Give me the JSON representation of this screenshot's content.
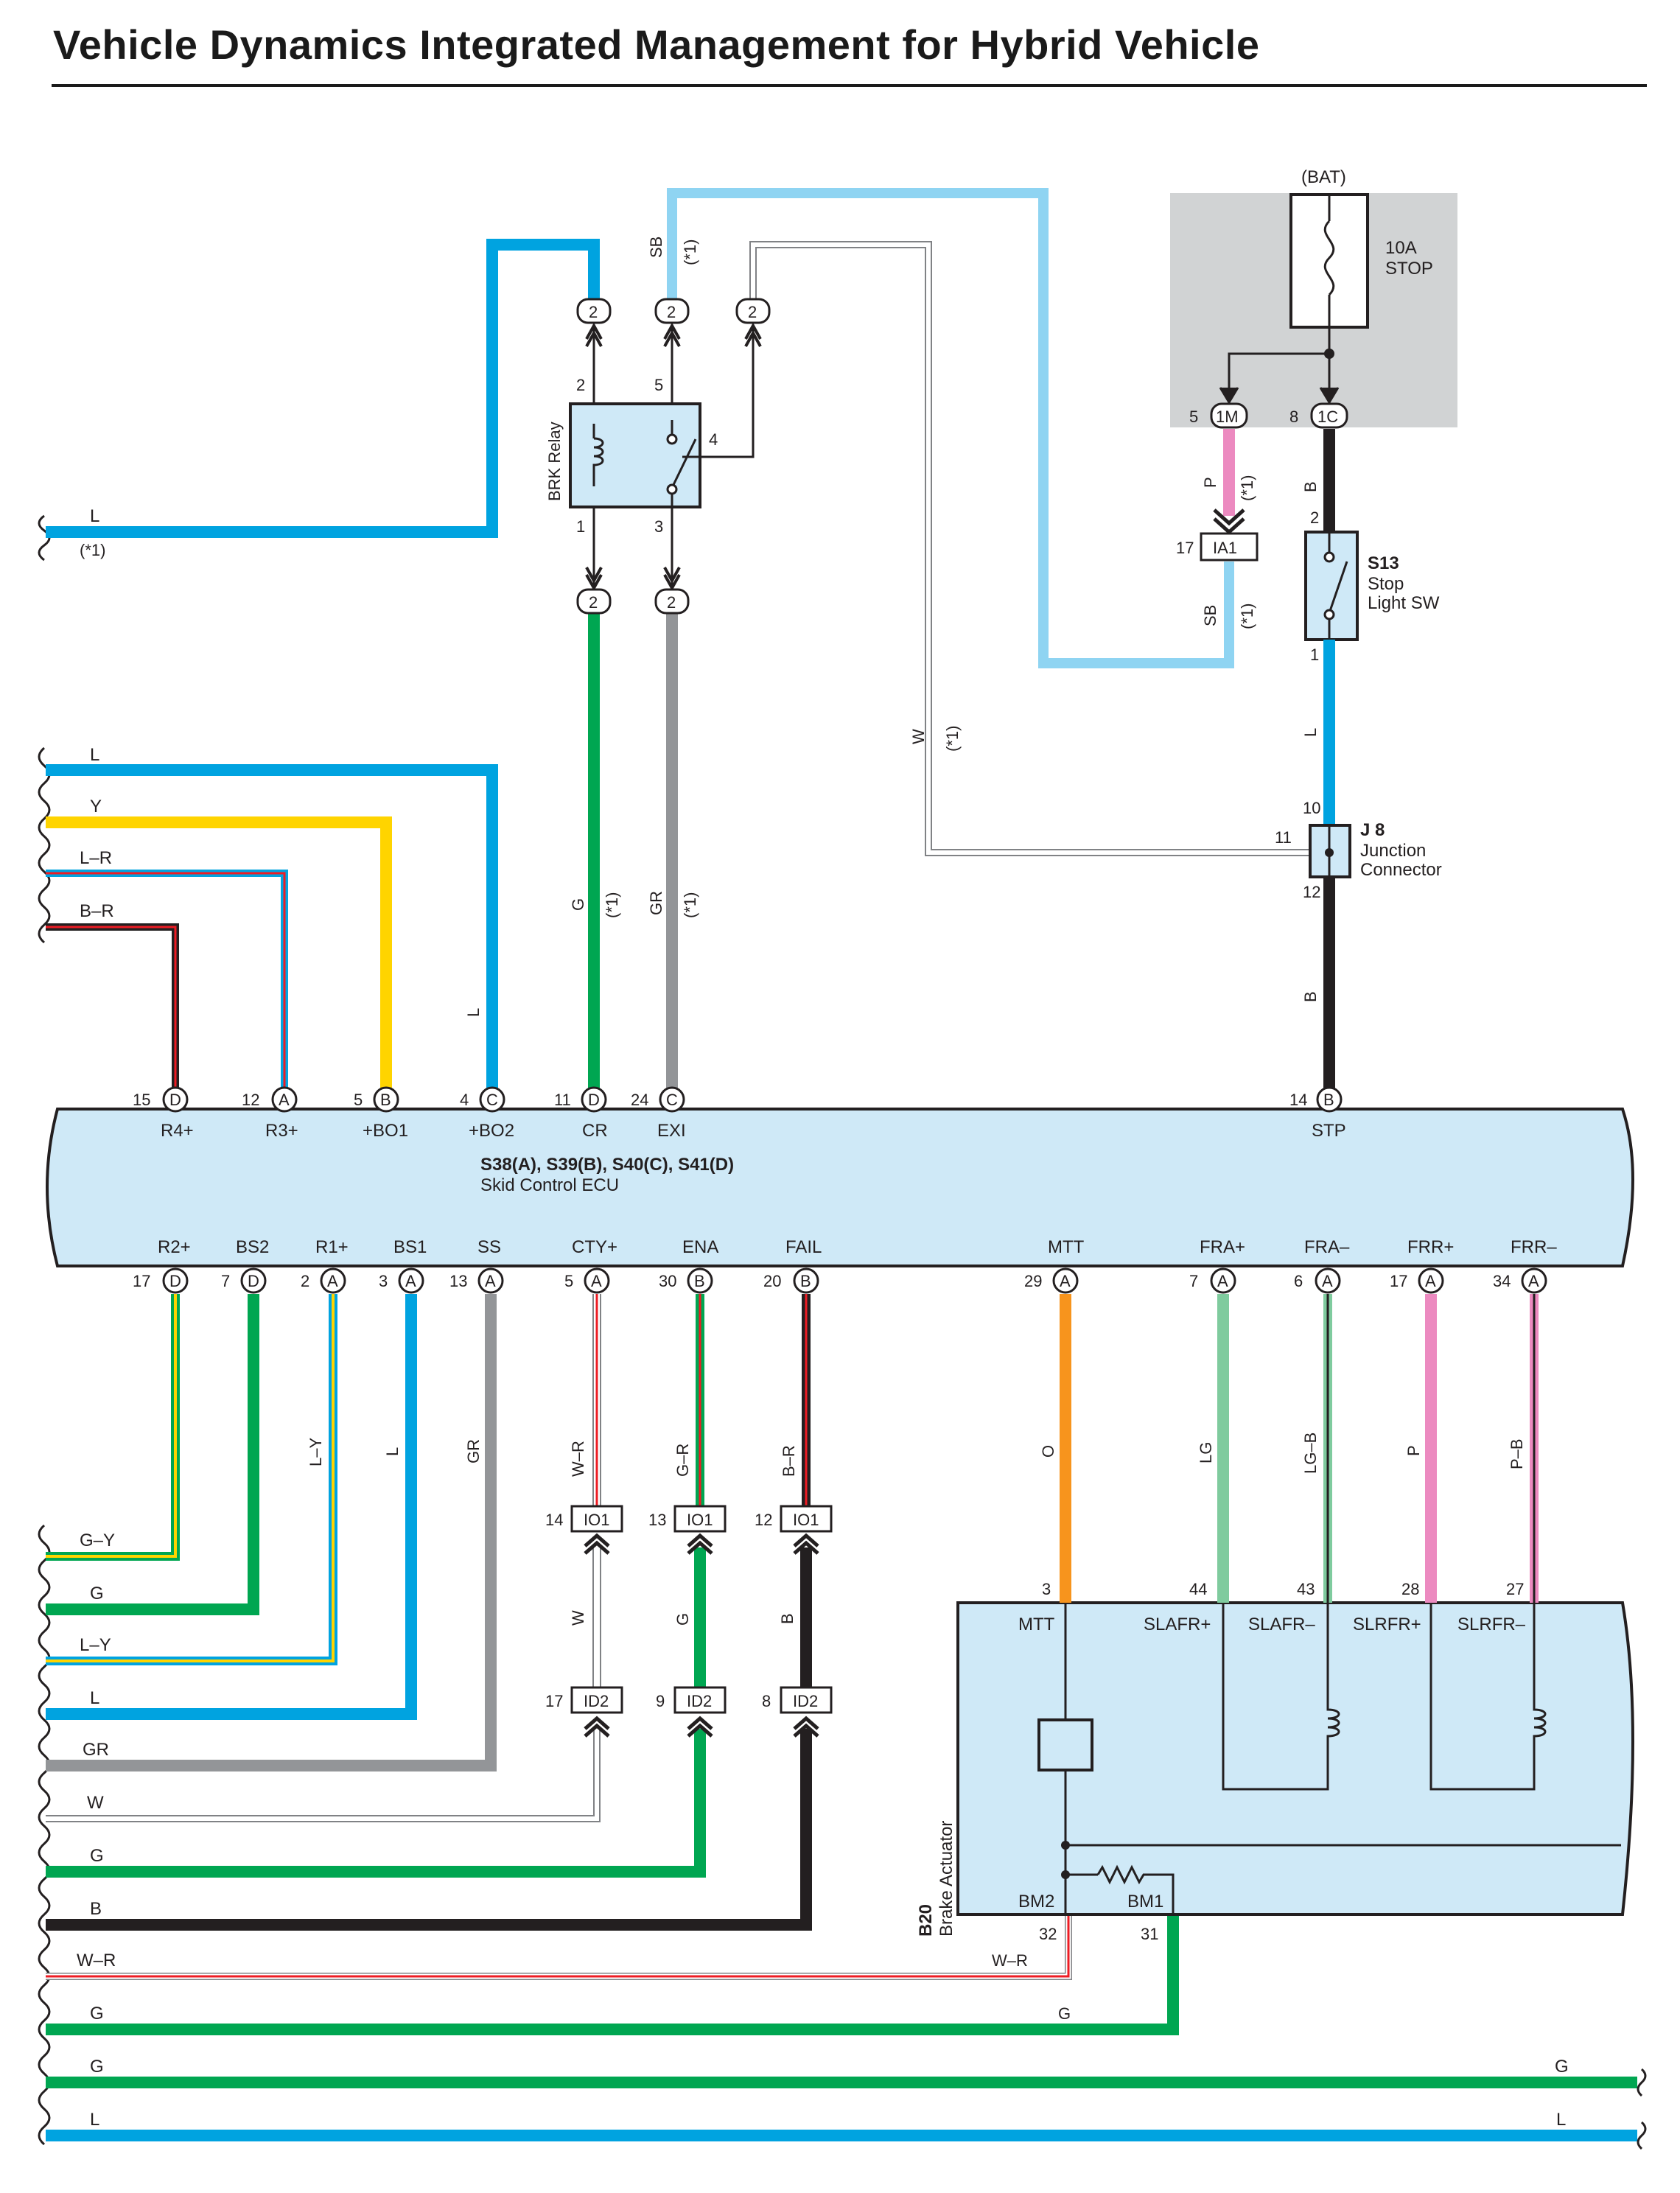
{
  "title": "Vehicle Dynamics Integrated Management for Hybrid Vehicle",
  "colors": {
    "L": "#00a3e0",
    "SB": "#8fd4f2",
    "Y": "#ffd400",
    "G": "#00a651",
    "GR": "#939598",
    "B": "#231f20",
    "W": "#ffffff",
    "P": "#ec8ac0",
    "O": "#f7941d",
    "LG": "#7fcb9e",
    "R": "#ed1c24",
    "ecu_fill": "#cfe9f7",
    "fuse_box": "#d1d3d4"
  },
  "labels": {
    "bat": "(BAT)",
    "fuse_amp": "10A",
    "fuse_name": "STOP",
    "ecu_id": "S38(A), S39(B), S40(C), S41(D)",
    "ecu_name": "Skid Control ECU",
    "relay_name": "BRK Relay",
    "s13_id": "S13",
    "s13_name1": "Stop",
    "s13_name2": "Light SW",
    "j8_id": "J 8",
    "j8_name1": "Junction",
    "j8_name2": "Connector",
    "b20_id": "B20",
    "b20_name": "Brake Actuator",
    "note": "(*1)"
  },
  "ecu_top_pins": [
    {
      "num": "15",
      "conn": "D",
      "name": "R4+"
    },
    {
      "num": "12",
      "conn": "A",
      "name": "R3+"
    },
    {
      "num": "5",
      "conn": "B",
      "name": "+BO1"
    },
    {
      "num": "4",
      "conn": "C",
      "name": "+BO2"
    },
    {
      "num": "11",
      "conn": "D",
      "name": "CR"
    },
    {
      "num": "24",
      "conn": "C",
      "name": "EXI"
    },
    {
      "num": "14",
      "conn": "B",
      "name": "STP"
    }
  ],
  "ecu_bottom_pins": [
    {
      "num": "17",
      "conn": "D",
      "name": "R2+",
      "wire": "G–Y"
    },
    {
      "num": "7",
      "conn": "D",
      "name": "BS2",
      "wire": ""
    },
    {
      "num": "2",
      "conn": "A",
      "name": "R1+",
      "wire": "L–Y"
    },
    {
      "num": "3",
      "conn": "A",
      "name": "BS1",
      "wire": "L"
    },
    {
      "num": "13",
      "conn": "A",
      "name": "SS",
      "wire": "GR"
    },
    {
      "num": "5",
      "conn": "A",
      "name": "CTY+",
      "wire": "W–R"
    },
    {
      "num": "30",
      "conn": "B",
      "name": "ENA",
      "wire": "G–R"
    },
    {
      "num": "20",
      "conn": "B",
      "name": "FAIL",
      "wire": "B–R"
    },
    {
      "num": "29",
      "conn": "A",
      "name": "MTT",
      "wire": "O"
    },
    {
      "num": "7",
      "conn": "A",
      "name": "FRA+",
      "wire": "LG"
    },
    {
      "num": "6",
      "conn": "A",
      "name": "FRA–",
      "wire": "LG–B"
    },
    {
      "num": "17",
      "conn": "A",
      "name": "FRR+",
      "wire": "P"
    },
    {
      "num": "34",
      "conn": "A",
      "name": "FRR–",
      "wire": "P–B"
    }
  ],
  "left_upper_wires": [
    "L",
    "Y",
    "L–R",
    "B–R"
  ],
  "left_lower_wires": [
    "G–Y",
    "G",
    "L–Y",
    "L",
    "GR",
    "W",
    "G",
    "B",
    "W–R",
    "G",
    "G",
    "L"
  ],
  "top_left_wire": {
    "label": "L",
    "note": "(*1)"
  },
  "relay": {
    "pins": [
      "2",
      "5",
      "4",
      "1",
      "3"
    ],
    "conn_top": [
      "2",
      "2",
      "2"
    ],
    "conn_bottom": [
      "2",
      "2"
    ],
    "wire_sb": "SB",
    "wire_g": "G",
    "wire_gr": "GR",
    "wire_w": "W",
    "wire_l": "L"
  },
  "stop_circuit": {
    "pin_1m": "5",
    "conn_1m": "1M",
    "pin_1c": "8",
    "conn_1c": "1C",
    "wire_p": "P",
    "ia1_pin": "17",
    "ia1": "IA1",
    "wire_sb": "SB",
    "wire_b1": "B",
    "s13_pin2": "2",
    "s13_pin1": "1",
    "wire_l": "L",
    "j8_pin10": "10",
    "j8_pin11": "11",
    "j8_pin12": "12",
    "wire_b2": "B"
  },
  "io_connectors": [
    {
      "top_pin": "14",
      "top": "IO1",
      "mid_wire": "W",
      "bot_pin": "17",
      "bot": "ID2"
    },
    {
      "top_pin": "13",
      "top": "IO1",
      "mid_wire": "G",
      "bot_pin": "9",
      "bot": "ID2"
    },
    {
      "top_pin": "12",
      "top": "IO1",
      "mid_wire": "B",
      "bot_pin": "8",
      "bot": "ID2"
    }
  ],
  "actuator_pins": [
    {
      "num": "3",
      "name": "MTT"
    },
    {
      "num": "44",
      "name": "SLAFR+"
    },
    {
      "num": "43",
      "name": "SLAFR–"
    },
    {
      "num": "28",
      "name": "SLRFR+"
    },
    {
      "num": "27",
      "name": "SLRFR–"
    }
  ],
  "actuator_bottom": [
    {
      "num": "32",
      "name": "BM2",
      "wire": "W–R"
    },
    {
      "num": "31",
      "name": "BM1",
      "wire": "G"
    }
  ],
  "far_right_wires": [
    "G",
    "L"
  ]
}
